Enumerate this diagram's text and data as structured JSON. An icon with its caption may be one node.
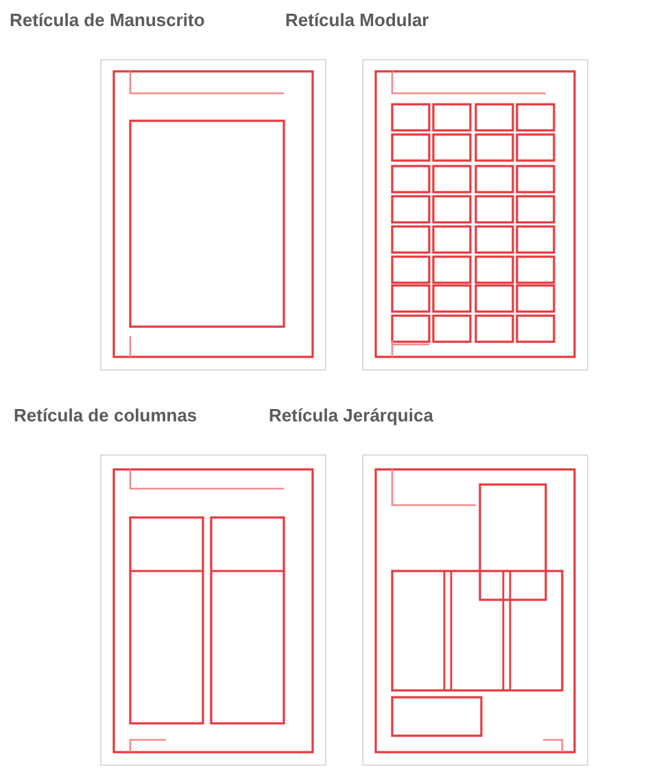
{
  "diagram": {
    "labels": [
      "Retícula de Manuscrito",
      "Retícula Modular",
      "Retícula de columnas",
      "Retícula Jerárquica"
    ]
  }
}
